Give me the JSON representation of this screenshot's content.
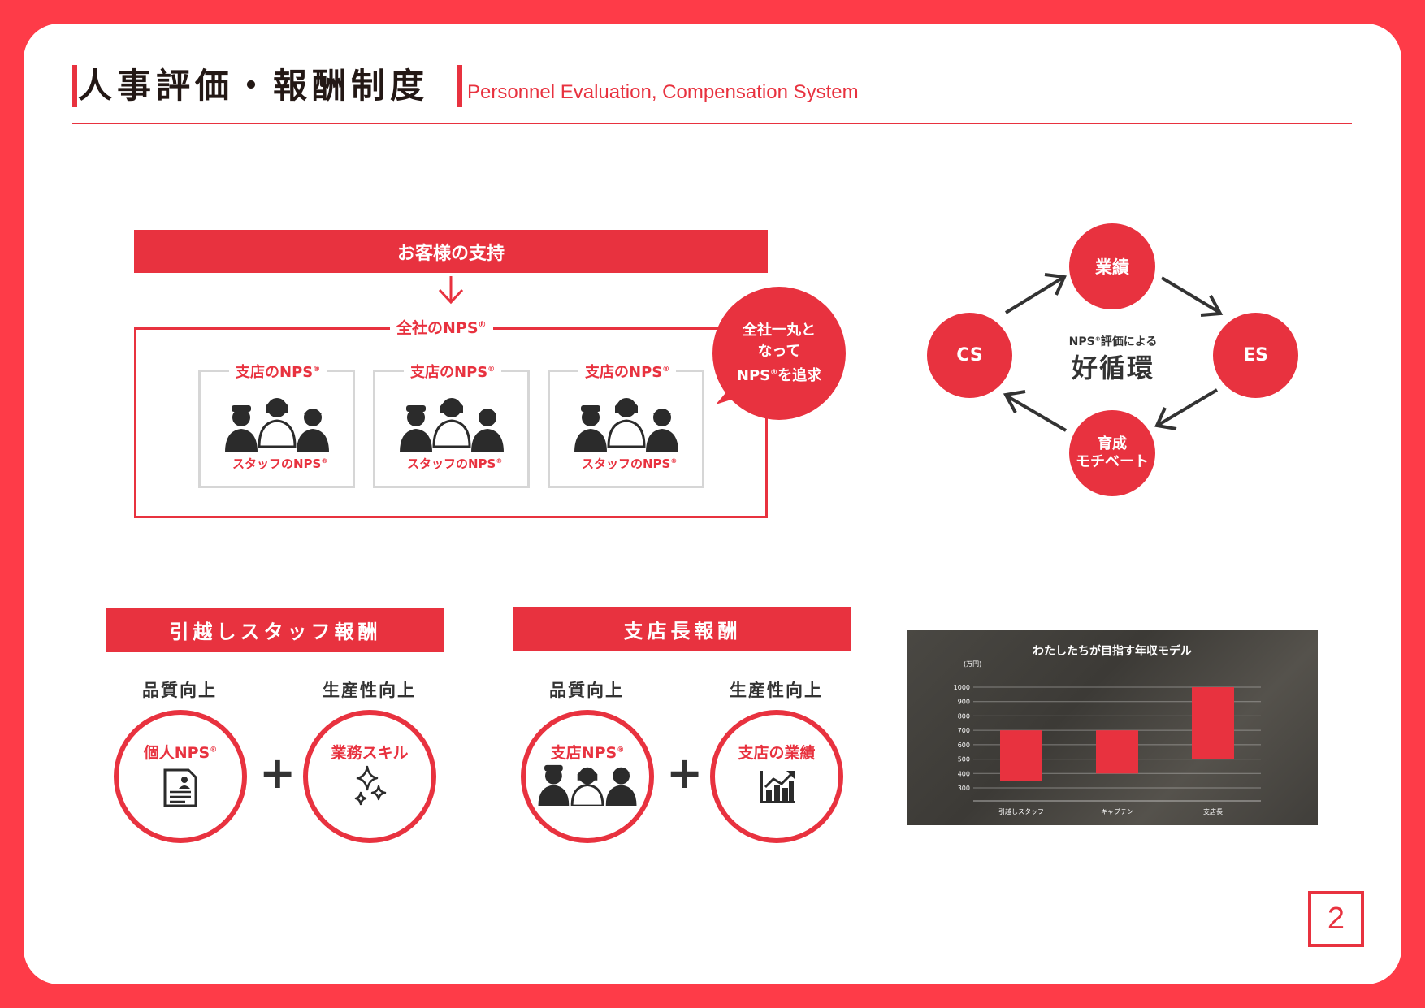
{
  "header": {
    "title": "人事評価・報酬制度",
    "subtitle": "Personnel Evaluation, Compensation System"
  },
  "nps_diagram": {
    "top_banner": "お客様の支持",
    "company_label": "全社のNPS",
    "branch_label": "支店のNPS",
    "staff_label": "スタッフのNPS",
    "reg_mark": "®",
    "bubble_line1": "全社一丸と",
    "bubble_line2": "なって",
    "bubble_line3": "NPS",
    "bubble_line3b": "を追求"
  },
  "cycle": {
    "top": "業績",
    "left": "CS",
    "right": "ES",
    "bottom_line1": "育成",
    "bottom_line2": "モチベート",
    "center_small": "NPS",
    "center_small_b": "評価による",
    "center_big": "好循環"
  },
  "staff_reward": {
    "banner": "引越しスタッフ報酬",
    "left_label": "品質向上",
    "right_label": "生産性向上",
    "left_circle": "個人NPS",
    "right_circle": "業務スキル",
    "plus": "+"
  },
  "manager_reward": {
    "banner": "支店長報酬",
    "left_label": "品質向上",
    "right_label": "生産性向上",
    "left_circle": "支店NPS",
    "right_circle": "支店の業績",
    "plus": "+"
  },
  "chart_data": {
    "type": "bar",
    "title": "わたしたちが目指す年収モデル",
    "unit_label": "(万円)",
    "categories": [
      "引越しスタッフ",
      "キャプテン",
      "支店長"
    ],
    "ranges": [
      [
        350,
        700
      ],
      [
        400,
        700
      ],
      [
        500,
        1000
      ]
    ],
    "yticks": [
      1000,
      900,
      800,
      700,
      600,
      500,
      400,
      300
    ],
    "ylim": [
      300,
      1000
    ],
    "bar_color": "#e8323f"
  },
  "page_number": "2",
  "colors": {
    "accent": "#e8323f",
    "frame": "#fe3b48"
  },
  "icons": [
    "person-group-icon",
    "document-icon",
    "sparkle-icon",
    "bar-chart-icon",
    "arrow-down-icon"
  ]
}
